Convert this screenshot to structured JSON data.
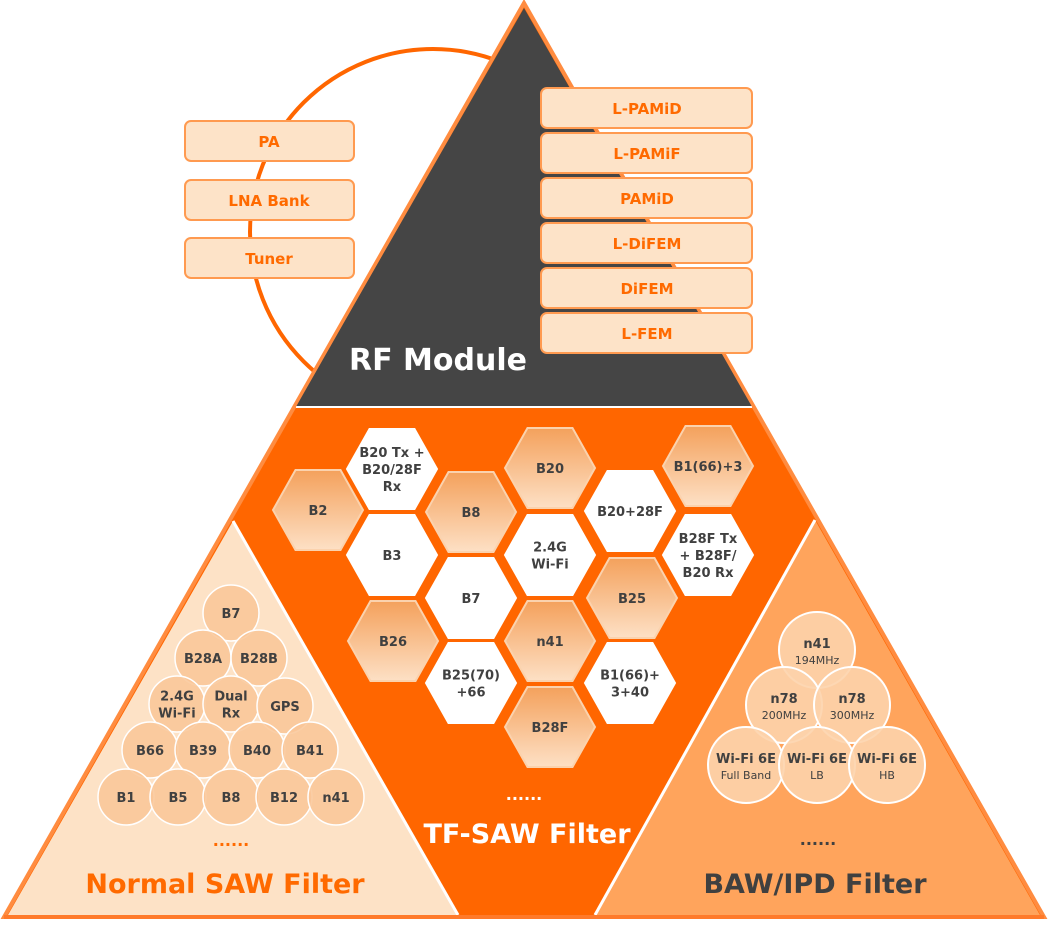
{
  "colors": {
    "accent_orange": "#ff6600",
    "outline_orange": "#ff8c40",
    "dark_gray": "#454545",
    "box_fill": "#fde3c8",
    "saw_fill": "#fde2c6",
    "baw_fill": "#ffa45c",
    "hex_orange_top": "#f4a15c",
    "hex_orange_bottom": "#fde0c5",
    "circle_fill": "#f9c596",
    "text_dark": "#404040"
  },
  "rf_module": {
    "title": "RF Module",
    "left_components": [
      "PA",
      "LNA Bank",
      "Tuner"
    ],
    "right_modules": [
      "L-PAMiD",
      "L-PAMiF",
      "PAMiD",
      "L-DiFEM",
      "DiFEM",
      "L-FEM"
    ]
  },
  "tf_saw": {
    "title": "TF-SAW Filter",
    "more": "......",
    "hexes": [
      {
        "lines": [
          "B2"
        ],
        "style": "orange"
      },
      {
        "lines": [
          "B20 Tx +",
          "B20/28F",
          "Rx"
        ],
        "style": "white"
      },
      {
        "lines": [
          "B3"
        ],
        "style": "white"
      },
      {
        "lines": [
          "B8"
        ],
        "style": "orange"
      },
      {
        "lines": [
          "B7"
        ],
        "style": "white"
      },
      {
        "lines": [
          "B26"
        ],
        "style": "orange"
      },
      {
        "lines": [
          "B25(70)",
          "+66"
        ],
        "style": "white"
      },
      {
        "lines": [
          "B20"
        ],
        "style": "orange"
      },
      {
        "lines": [
          "2.4G",
          "Wi-Fi"
        ],
        "style": "white"
      },
      {
        "lines": [
          "n41"
        ],
        "style": "orange"
      },
      {
        "lines": [
          "B28F"
        ],
        "style": "orange"
      },
      {
        "lines": [
          "B20+28F"
        ],
        "style": "white"
      },
      {
        "lines": [
          "B25"
        ],
        "style": "orange"
      },
      {
        "lines": [
          "B1(66)+",
          "3+40"
        ],
        "style": "white"
      },
      {
        "lines": [
          "B1(66)+3"
        ],
        "style": "orange"
      },
      {
        "lines": [
          "B28F Tx",
          "+ B28F/",
          "B20 Rx"
        ],
        "style": "white"
      }
    ]
  },
  "normal_saw": {
    "title": "Normal SAW Filter",
    "more": "......",
    "circles": [
      {
        "lines": [
          "B7"
        ]
      },
      {
        "lines": [
          "B28A"
        ]
      },
      {
        "lines": [
          "B28B"
        ]
      },
      {
        "lines": [
          "2.4G",
          "Wi-Fi"
        ]
      },
      {
        "lines": [
          "Dual",
          "Rx"
        ]
      },
      {
        "lines": [
          "GPS"
        ]
      },
      {
        "lines": [
          "B66"
        ]
      },
      {
        "lines": [
          "B39"
        ]
      },
      {
        "lines": [
          "B40"
        ]
      },
      {
        "lines": [
          "B41"
        ]
      },
      {
        "lines": [
          "B1"
        ]
      },
      {
        "lines": [
          "B5"
        ]
      },
      {
        "lines": [
          "B8"
        ]
      },
      {
        "lines": [
          "B12"
        ]
      },
      {
        "lines": [
          "n41"
        ]
      }
    ]
  },
  "baw_ipd": {
    "title": "BAW/IPD Filter",
    "more": "......",
    "circles": [
      {
        "main": "n41",
        "sub": "194MHz"
      },
      {
        "main": "n78",
        "sub": "200MHz"
      },
      {
        "main": "n78",
        "sub": "300MHz"
      },
      {
        "main": "Wi-Fi 6E",
        "sub": "Full Band"
      },
      {
        "main": "Wi-Fi 6E",
        "sub": "LB"
      },
      {
        "main": "Wi-Fi 6E",
        "sub": "HB"
      }
    ]
  }
}
